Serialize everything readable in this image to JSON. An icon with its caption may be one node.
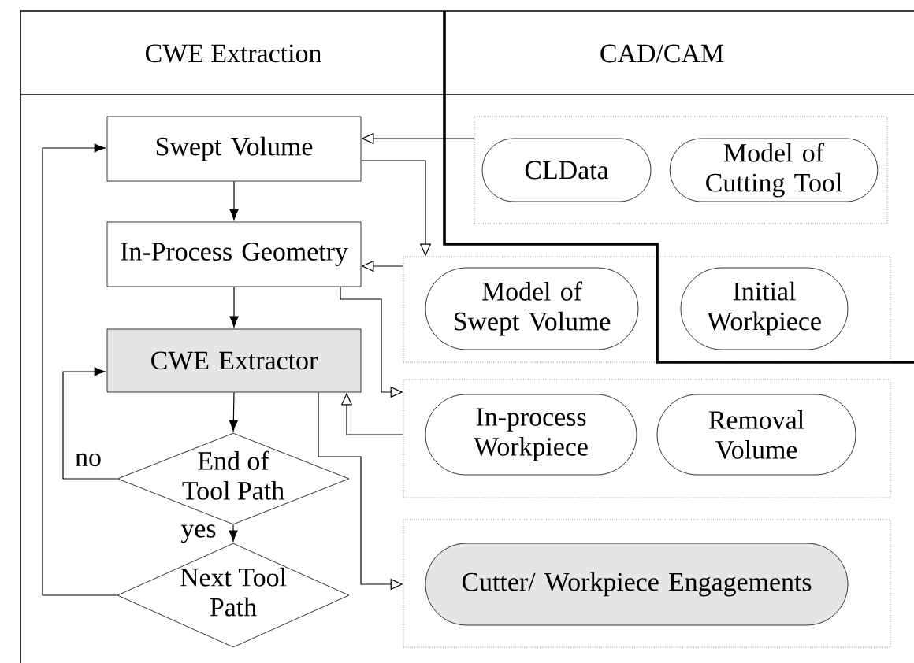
{
  "diagram": {
    "nodes": [
      {
        "text": [
          "Swept  Volume"
        ]
      },
      {
        "text": [
          "In-Process Geometry"
        ]
      },
      {
        "text": [
          "CWE Extractor"
        ]
      },
      {
        "text": [
          "End of Tool Path"
        ]
      },
      {
        "text": [
          "Next Tool Path"
        ]
      },
      {
        "text": [],
        "shape": "box"
      },
      {
        "text": [
          "CLData"
        ],
        "in": 5
      },
      {
        "text": [
          "Model of Cutting Tool"
        ],
        "in": 5
      },
      {
        "text": [],
        "shape": "box"
      },
      {
        "text": [
          "Model of Swept Volume"
        ],
        "in": 8
      },
      {
        "text": [
          "Initial Workpiece"
        ],
        "in": 8
      },
      {
        "text": [],
        "shape": "box"
      },
      {
        "text": [
          "In-process Workpiece"
        ],
        "in": 11
      },
      {
        "text": [
          "Removal Volume"
        ],
        "in": 11
      },
      {
        "text": [],
        "shape": "box"
      },
      {
        "text": [
          "Cutter/ Workpiece Engagements"
        ],
        "in": 14
      }
    ],
    "edges": [
      {
        "from": 0,
        "to": 1,
        "arrow": "to"
      },
      {
        "from": 1,
        "to": 2,
        "arrow": "to"
      },
      {
        "from": 2,
        "to": 3,
        "arrow": "to"
      },
      {
        "from": 3,
        "to": 4,
        "arrow": "to",
        "label": "yes"
      },
      {
        "from": 3,
        "to": 2,
        "arrow": "to",
        "label": "no"
      },
      {
        "from": 4,
        "to": 0,
        "arrow": "to"
      },
      {
        "from": 5,
        "to": 0,
        "arrow": "to"
      },
      {
        "from": 0,
        "to": 8,
        "arrow": "to"
      },
      {
        "from": 8,
        "to": 1,
        "arrow": "to"
      },
      {
        "from": 1,
        "to": 11,
        "arrow": "to"
      },
      {
        "from": 11,
        "to": 2,
        "arrow": "to"
      },
      {
        "from": 2,
        "to": 14,
        "arrow": "to"
      }
    ],
    "labels": [
      "CWE Extraction",
      "CAD/CAM"
    ]
  }
}
